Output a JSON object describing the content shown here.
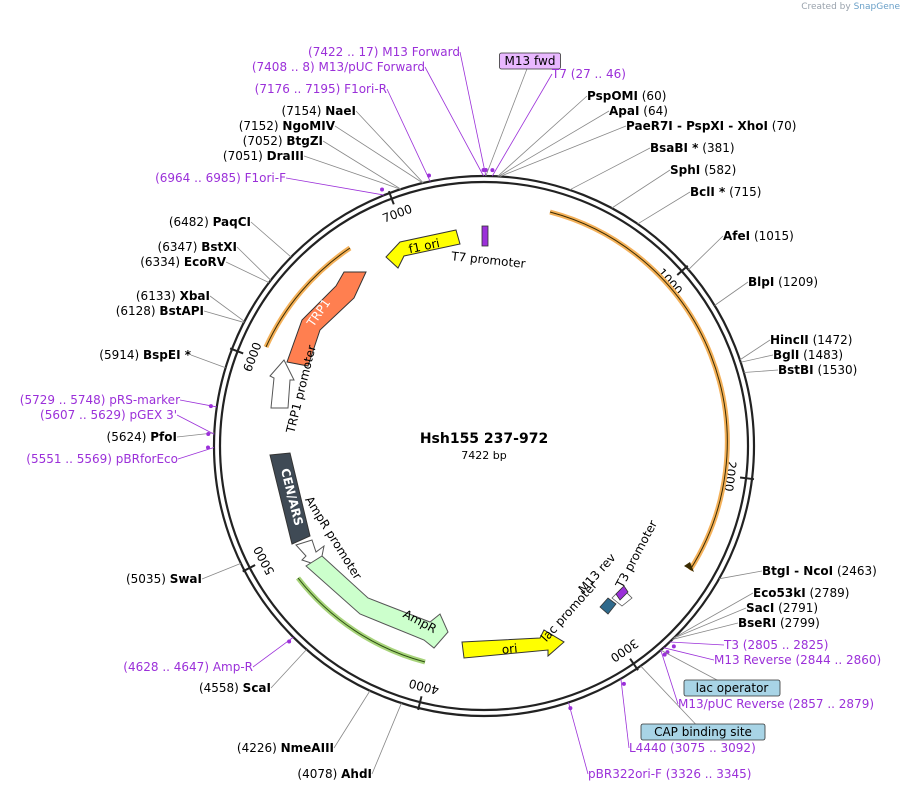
{
  "credit": {
    "prefix": "Created by",
    "brand": "SnapGene"
  },
  "plasmid": {
    "name": "Hsh155 237-972",
    "size": "7422 bp",
    "total_bp": 7422
  },
  "ticks": [
    "1000",
    "2000",
    "3000",
    "4000",
    "5000",
    "6000",
    "7000"
  ],
  "features": [
    {
      "name": "f1 ori",
      "color": "#ffff00",
      "stroke": "#333333"
    },
    {
      "name": "TRP1",
      "color": "#ff7f50",
      "stroke": "#333333"
    },
    {
      "name": "TRP1 promoter",
      "color": "#ffffff",
      "stroke": "#555555"
    },
    {
      "name": "CEN/ARS",
      "color": "#3f4a55",
      "stroke": "#333333"
    },
    {
      "name": "AmpR promoter",
      "color": "#ffffff",
      "stroke": "#555555"
    },
    {
      "name": "AmpR",
      "color": "#ccffcc",
      "stroke": "#555555"
    },
    {
      "name": "ori",
      "color": "#ffff00",
      "stroke": "#333333"
    },
    {
      "name": "lac promoter",
      "color": "#ffffff",
      "stroke": "#555555"
    },
    {
      "name": "M13 rev",
      "color": "#9b30d9",
      "stroke": "#333333"
    },
    {
      "name": "T3 promoter",
      "color": "#ffffff",
      "stroke": "#555555"
    },
    {
      "name": "T7 promoter",
      "color": "#ffffff",
      "stroke": "#555555"
    }
  ],
  "labels": [
    {
      "id": "m13fwd-range",
      "pos": "(7422 .. 17)",
      "name": "M13 Forward",
      "kind": "primer"
    },
    {
      "id": "m13fwd-box",
      "name": "M13 fwd",
      "kind": "box",
      "fill": "#e9b8ff"
    },
    {
      "id": "m13puc-fwd",
      "pos": "(7408 .. 8)",
      "name": "M13/pUC Forward",
      "kind": "primer"
    },
    {
      "id": "t7",
      "name": "T7",
      "pos": "(27 .. 46)",
      "kind": "primer-right"
    },
    {
      "id": "pspomi",
      "name": "PspOMI",
      "pos": "(60)",
      "kind": "enzyme-right"
    },
    {
      "id": "apai",
      "name": "ApaI",
      "pos": "(64)",
      "kind": "enzyme-right"
    },
    {
      "id": "paer7i",
      "name": "PaeR7I - PspXI - XhoI",
      "pos": "(70)",
      "kind": "enzyme-right"
    },
    {
      "id": "bsabi",
      "name": "BsaBI *",
      "pos": "(381)",
      "kind": "enzyme-right"
    },
    {
      "id": "sphi",
      "name": "SphI",
      "pos": "(582)",
      "kind": "enzyme-right"
    },
    {
      "id": "bcli",
      "name": "BclI *",
      "pos": "(715)",
      "kind": "enzyme-right"
    },
    {
      "id": "afei",
      "name": "AfeI",
      "pos": "(1015)",
      "kind": "enzyme-right"
    },
    {
      "id": "blpi",
      "name": "BlpI",
      "pos": "(1209)",
      "kind": "enzyme-right"
    },
    {
      "id": "hincii",
      "name": "HincII",
      "pos": "(1472)",
      "kind": "enzyme-right"
    },
    {
      "id": "bglii",
      "name": "BglI",
      "pos": "(1483)",
      "kind": "enzyme-right"
    },
    {
      "id": "bstbi",
      "name": "BstBI",
      "pos": "(1530)",
      "kind": "enzyme-right"
    },
    {
      "id": "btgi",
      "name": "BtgI - NcoI",
      "pos": "(2463)",
      "kind": "enzyme-right"
    },
    {
      "id": "eco53ki",
      "name": "Eco53kI",
      "pos": "(2789)",
      "kind": "enzyme-right"
    },
    {
      "id": "saci",
      "name": "SacI",
      "pos": "(2791)",
      "kind": "enzyme-right"
    },
    {
      "id": "bseri",
      "name": "BseRI",
      "pos": "(2799)",
      "kind": "enzyme-right"
    },
    {
      "id": "t3",
      "name": "T3",
      "pos": "(2805 .. 2825)",
      "kind": "primer-right"
    },
    {
      "id": "m13rev",
      "name": "M13 Reverse",
      "pos": "(2844 .. 2860)",
      "kind": "primer-right"
    },
    {
      "id": "lacop",
      "name": "lac operator",
      "kind": "box",
      "fill": "#a8d4e6"
    },
    {
      "id": "m13puc-rev",
      "name": "M13/pUC Reverse",
      "pos": "(2857 .. 2879)",
      "kind": "primer-right"
    },
    {
      "id": "cap",
      "name": "CAP binding site",
      "kind": "box",
      "fill": "#a8d4e6"
    },
    {
      "id": "l4440",
      "name": "L4440",
      "pos": "(3075 .. 3092)",
      "kind": "primer-right"
    },
    {
      "id": "pbr322",
      "name": "pBR322ori-F",
      "pos": "(3326 .. 3345)",
      "kind": "primer-right"
    },
    {
      "id": "ahdi",
      "name": "AhdI",
      "pos": "(4078)",
      "kind": "enzyme-left"
    },
    {
      "id": "nmeaiii",
      "name": "NmeAIII",
      "pos": "(4226)",
      "kind": "enzyme-left"
    },
    {
      "id": "scai",
      "name": "ScaI",
      "pos": "(4558)",
      "kind": "enzyme-left"
    },
    {
      "id": "ampr-primer",
      "name": "Amp-R",
      "pos": "(4628 .. 4647)",
      "kind": "primer-left"
    },
    {
      "id": "swai",
      "name": "SwaI",
      "pos": "(5035)",
      "kind": "enzyme-left"
    },
    {
      "id": "pbrforeco",
      "name": "pBRforEco",
      "pos": "(5551 .. 5569)",
      "kind": "primer-left"
    },
    {
      "id": "pfoi",
      "name": "PfoI",
      "pos": "(5624)",
      "kind": "enzyme-left"
    },
    {
      "id": "pgex3",
      "name": "pGEX 3'",
      "pos": "(5607 .. 5629)",
      "kind": "primer-left"
    },
    {
      "id": "prsmarker",
      "name": "pRS-marker",
      "pos": "(5729 .. 5748)",
      "kind": "primer-left"
    },
    {
      "id": "bspei",
      "name": "BspEI *",
      "pos": "(5914)",
      "kind": "enzyme-left"
    },
    {
      "id": "bstapi",
      "name": "BstAPI",
      "pos": "(6128)",
      "kind": "enzyme-left"
    },
    {
      "id": "xbai",
      "name": "XbaI",
      "pos": "(6133)",
      "kind": "enzyme-left"
    },
    {
      "id": "ecorv",
      "name": "EcoRV",
      "pos": "(6334)",
      "kind": "enzyme-left"
    },
    {
      "id": "bstxi",
      "name": "BstXI",
      "pos": "(6347)",
      "kind": "enzyme-left"
    },
    {
      "id": "paqci",
      "name": "PaqCI",
      "pos": "(6482)",
      "kind": "enzyme-left"
    },
    {
      "id": "f1ori-f",
      "name": "F1ori-F",
      "pos": "(6964 .. 6985)",
      "kind": "primer-left"
    },
    {
      "id": "draiii",
      "name": "DraIII",
      "pos": "(7051)",
      "kind": "enzyme-left"
    },
    {
      "id": "btgzi",
      "name": "BtgZI",
      "pos": "(7052)",
      "kind": "enzyme-left"
    },
    {
      "id": "ngomiv",
      "name": "NgoMIV",
      "pos": "(7152)",
      "kind": "enzyme-left"
    },
    {
      "id": "naei",
      "name": "NaeI",
      "pos": "(7154)",
      "kind": "enzyme-left"
    },
    {
      "id": "f1ori-r",
      "name": "F1ori-R",
      "pos": "(7176 .. 7195)",
      "kind": "primer-left"
    }
  ]
}
